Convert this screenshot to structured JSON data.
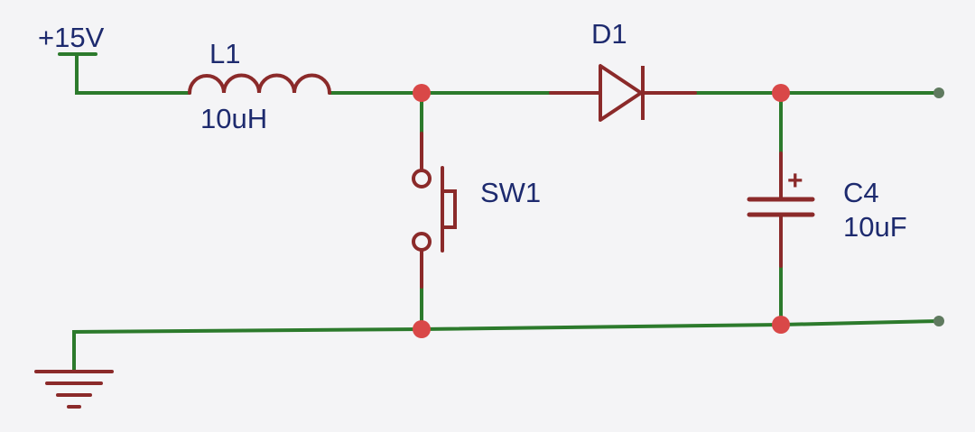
{
  "supply": {
    "label": "+15V"
  },
  "inductor": {
    "ref": "L1",
    "value": "10uH"
  },
  "diode": {
    "ref": "D1"
  },
  "switch": {
    "ref": "SW1"
  },
  "capacitor": {
    "ref": "C4",
    "value": "10uF",
    "polarity": "+"
  },
  "colors": {
    "wire": "#2c7a2c",
    "component": "#8b2a2a",
    "junction": "#d94848",
    "terminal": "#5f7a5f",
    "label": "#1d2a6e"
  }
}
